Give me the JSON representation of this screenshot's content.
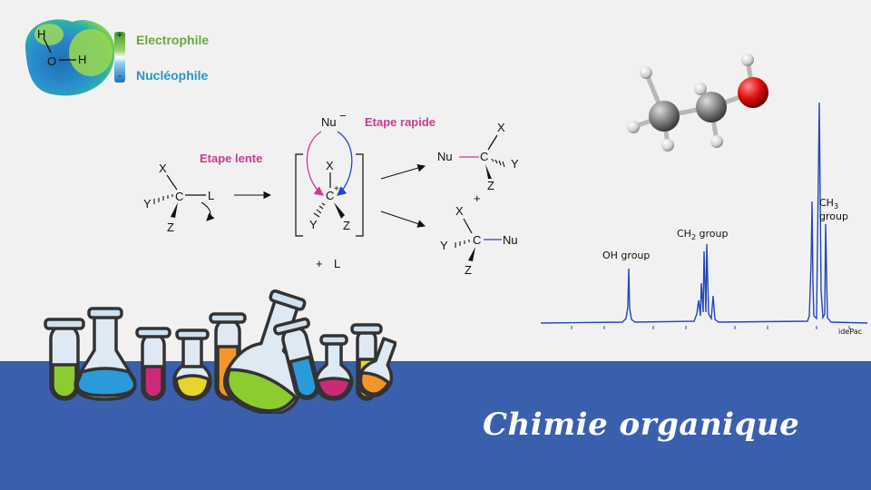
{
  "legend": {
    "plus_sign": "+",
    "minus_sign": "-",
    "electrophile": "Electrophile",
    "nucleophile": "Nucléophile",
    "water_atoms": [
      "H",
      "O",
      "H"
    ]
  },
  "mechanism": {
    "step_slow": "Etape lente",
    "step_fast": "Etape rapide",
    "nucleophile": "Nu",
    "nu_charge": "−",
    "carbon": "C",
    "cation_charge": "+",
    "substituents": [
      "X",
      "Y",
      "Z"
    ],
    "leaving_group": "L",
    "plus": "+"
  },
  "spectrum": {
    "peak_labels": [
      {
        "text": "OH group"
      },
      {
        "text": "CH",
        "sub": "2",
        "after": " group"
      },
      {
        "text": "CH",
        "sub": "3",
        "line2": "group"
      }
    ],
    "credit": "idePac"
  },
  "title": "Chimie organique",
  "colors": {
    "band": "#3a60ad",
    "electrophile": "#6aa83c",
    "nucleophile": "#2a93c7",
    "step_label": "#cc3a93",
    "spectrum_line": "#2346b8"
  }
}
